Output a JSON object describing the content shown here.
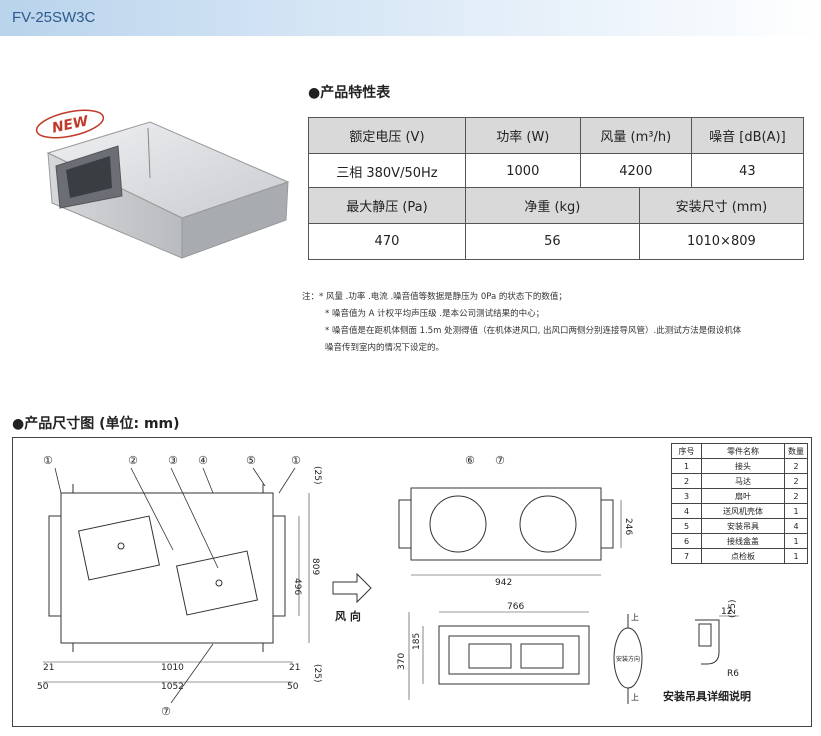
{
  "header": {
    "model": "FV-25SW3C"
  },
  "spec": {
    "title": "●产品特性表",
    "row1": [
      "额定电压 (V)",
      "功率 (W)",
      "风量 (m³/h)",
      "噪音 [dB(A)]"
    ],
    "row2": [
      "三相 380V/50Hz",
      "1000",
      "4200",
      "43"
    ],
    "row3": [
      "最大静压 (Pa)",
      "净重 (kg)",
      "安装尺寸 (mm)"
    ],
    "row4": [
      "470",
      "56",
      "1010×809"
    ]
  },
  "badge": {
    "text": "NEW"
  },
  "notes": [
    "注：* 风量 .功率 .电流 .噪音值等数据是静压为 0Pa 的状态下的数值；",
    "* 噪音值为 A 计权平均声压级 .是本公司测试结果的中心；",
    "* 噪音值是在距机体侧面 1.5m 处测得值（在机体进风口, 出风口两侧分别连接导风管）.此测试方法是假设机体",
    "噪音传到室内的情况下设定的。"
  ],
  "drawing": {
    "title": "●产品尺寸图 (单位: mm)",
    "parts_header": [
      "序号",
      "零件名称",
      "数量"
    ],
    "parts": [
      [
        "1",
        "接头",
        "2"
      ],
      [
        "2",
        "马达",
        "2"
      ],
      [
        "3",
        "扇叶",
        "2"
      ],
      [
        "4",
        "送风机壳体",
        "1"
      ],
      [
        "5",
        "安装吊具",
        "4"
      ],
      [
        "6",
        "接线盒盖",
        "1"
      ],
      [
        "7",
        "点检板",
        "1"
      ]
    ],
    "callouts": [
      "①",
      "②",
      "③",
      "④",
      "⑤",
      "①",
      "⑥",
      "⑦",
      "⑦"
    ],
    "dims": {
      "d21a": "21",
      "d50a": "50",
      "d1010": "1010",
      "d1052": "1052",
      "d21b": "21",
      "d50b": "50",
      "d496": "496",
      "d809": "809",
      "d25a": "(25)",
      "d25b": "(25)",
      "d942": "942",
      "d246": "246",
      "d766": "766",
      "d185": "185",
      "d370": "370",
      "d12": "12",
      "d25c": "(25)",
      "dR6": "R6"
    },
    "wind_label": "风 向",
    "install_dir": "安装方向",
    "up_a": "上",
    "up_b": "上",
    "hanger_caption": "安装吊具详细说明"
  }
}
